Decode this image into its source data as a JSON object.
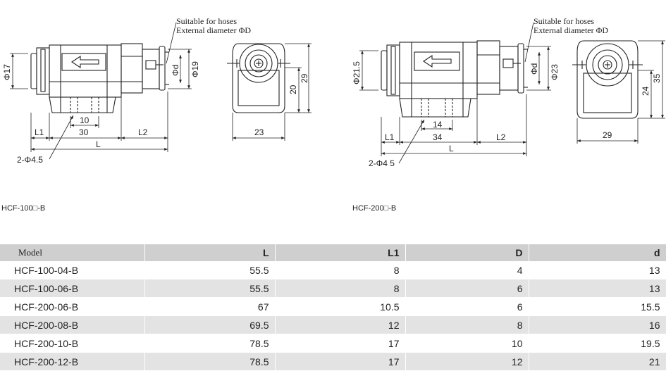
{
  "left_drawing": {
    "hose_note_line1": "Suitable for hoses",
    "hose_note_line2": "External diameter ΦD",
    "dim_phi17": "Φ17",
    "dim_phid": "Φd",
    "dim_phi19": "Φ19",
    "dim_10": "10",
    "dim_30": "30",
    "dim_L1": "L1",
    "dim_L2": "L2",
    "dim_L": "L",
    "dim_hole": "2-Φ4.5",
    "dim_20": "20",
    "dim_29": "29",
    "dim_23": "23",
    "caption": "HCF-100□-B"
  },
  "right_drawing": {
    "hose_note_line1": "Suitable for hoses",
    "hose_note_line2": "External diameter ΦD",
    "dim_phi21_5": "Φ21.5",
    "dim_phid": "Φd",
    "dim_phi23": "Φ23",
    "dim_14": "14",
    "dim_34": "34",
    "dim_L1": "L1",
    "dim_L2": "L2",
    "dim_L": "L",
    "dim_hole": "2-Φ4 5",
    "dim_24": "24",
    "dim_35": "35",
    "dim_29": "29",
    "caption": "HCF-200□-B"
  },
  "table": {
    "headers": [
      "Model",
      "L",
      "L1",
      "D",
      "d"
    ],
    "rows": [
      [
        "HCF-100-04-B",
        "55.5",
        "8",
        "4",
        "13"
      ],
      [
        "HCF-100-06-B",
        "55.5",
        "8",
        "6",
        "13"
      ],
      [
        "HCF-200-06-B",
        "67",
        "10.5",
        "6",
        "15.5"
      ],
      [
        "HCF-200-08-B",
        "69.5",
        "12",
        "8",
        "16"
      ],
      [
        "HCF-200-10-B",
        "78.5",
        "17",
        "10",
        "19.5"
      ],
      [
        "HCF-200-12-B",
        "78.5",
        "17",
        "12",
        "21"
      ]
    ]
  }
}
